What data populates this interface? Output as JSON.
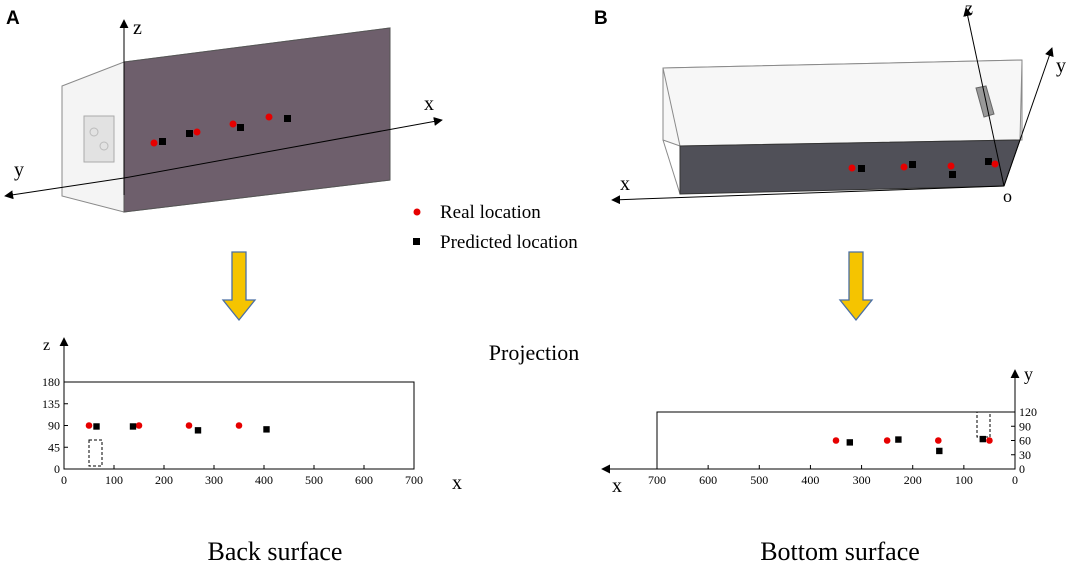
{
  "panel_a": {
    "letter": "A",
    "axis_z": "z",
    "axis_x": "x",
    "axis_y": "y",
    "caption": "Back surface"
  },
  "panel_b": {
    "letter": "B",
    "axis_z": "z",
    "axis_x": "x",
    "axis_y": "y",
    "axis_origin": "o",
    "caption": "Bottom surface"
  },
  "legend": {
    "real": "Real location",
    "predicted": "Predicted location"
  },
  "center_label": "Projection",
  "colors": {
    "real": "#e60000",
    "predicted": "#000000",
    "arrow_fill": "#f5c400",
    "arrow_stroke": "#4a6fa5",
    "back_face": "#6e5f6c",
    "bottom_face": "#505058"
  },
  "chart_data": [
    {
      "type": "scatter",
      "title": "Back surface",
      "xlabel": "x",
      "ylabel": "z",
      "xlim": [
        0,
        700
      ],
      "ylim": [
        0,
        180
      ],
      "xticks": [
        0,
        100,
        200,
        300,
        400,
        500,
        600,
        700
      ],
      "yticks": [
        0,
        45,
        90,
        135,
        180
      ],
      "series": [
        {
          "name": "Real location",
          "points": [
            [
              50,
              90
            ],
            [
              150,
              90
            ],
            [
              250,
              90
            ],
            [
              350,
              90
            ]
          ]
        },
        {
          "name": "Predicted location",
          "points": [
            [
              65,
              88
            ],
            [
              138,
              88
            ],
            [
              268,
              80
            ],
            [
              405,
              82
            ]
          ]
        }
      ]
    },
    {
      "type": "scatter",
      "title": "Bottom surface",
      "xlabel": "x",
      "ylabel": "y",
      "xlim": [
        700,
        0
      ],
      "ylim": [
        0,
        120
      ],
      "xticks": [
        700,
        600,
        500,
        400,
        300,
        200,
        100,
        0
      ],
      "yticks": [
        0,
        30,
        60,
        90,
        120
      ],
      "series": [
        {
          "name": "Real location",
          "points": [
            [
              350,
              60
            ],
            [
              250,
              60
            ],
            [
              150,
              60
            ],
            [
              50,
              60
            ]
          ]
        },
        {
          "name": "Predicted location",
          "points": [
            [
              323,
              56
            ],
            [
              228,
              62
            ],
            [
              148,
              38
            ],
            [
              63,
              63
            ]
          ]
        }
      ]
    }
  ]
}
